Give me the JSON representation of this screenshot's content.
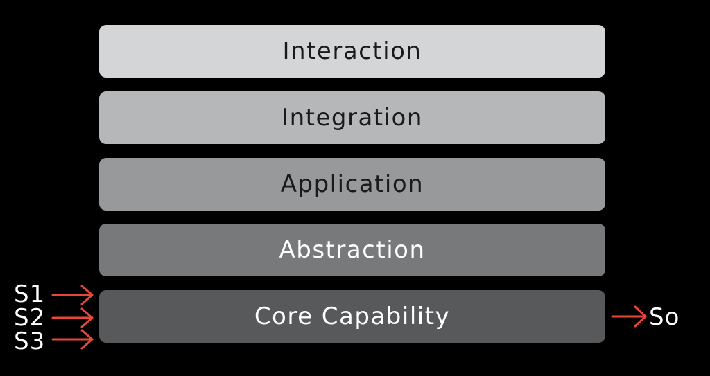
{
  "layers": [
    {
      "label": "Interaction",
      "color": "#d4d5d7",
      "text_color": "#1a1a1a"
    },
    {
      "label": "Integration",
      "color": "#b6b7b9",
      "text_color": "#1a1a1a"
    },
    {
      "label": "Application",
      "color": "#98999b",
      "text_color": "#1a1a1a"
    },
    {
      "label": "Abstraction",
      "color": "#78797b",
      "text_color": "#ffffff"
    },
    {
      "label": "Core Capability",
      "color": "#58595b",
      "text_color": "#ffffff"
    }
  ],
  "inputs": [
    "S1",
    "S2",
    "S3"
  ],
  "output": "So",
  "arrow_color": "#e8473a"
}
